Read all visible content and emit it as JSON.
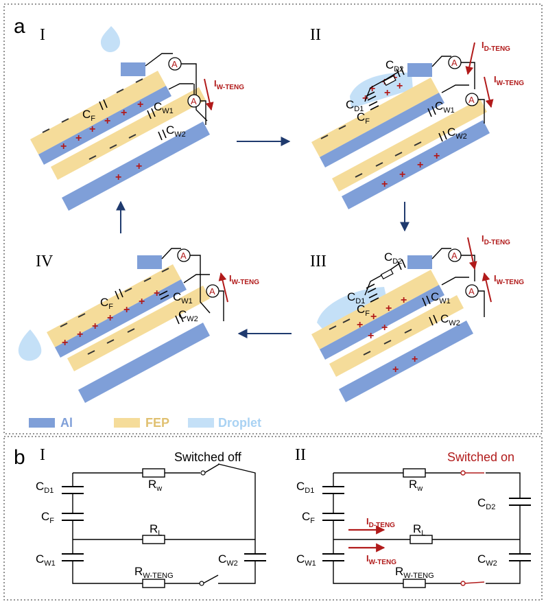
{
  "panel_a": {
    "label": "a",
    "stages": [
      "I",
      "II",
      "III",
      "IV"
    ],
    "current_labels": {
      "w_teng_main": "I",
      "w_teng_sub": "W-TENG",
      "d_teng_main": "I",
      "d_teng_sub": "D-TENG"
    },
    "capacitors": {
      "cf": "C",
      "cf_sub": "F",
      "cw1": "C",
      "cw1_sub": "W1",
      "cw2": "C",
      "cw2_sub": "W2",
      "cd1": "C",
      "cd1_sub": "D1",
      "cd2": "C",
      "cd2_sub": "D2"
    },
    "ammeter": "A",
    "legend": [
      {
        "label": "Al",
        "color": "#7f9fd8"
      },
      {
        "label": "FEP",
        "color": "#f5dc9a"
      },
      {
        "label": "Droplet",
        "color": "#c4e0f7"
      }
    ]
  },
  "panel_b": {
    "label": "b",
    "stages": [
      "I",
      "II"
    ],
    "switch_off": "Switched off",
    "switch_on": "Switched on",
    "resistors": {
      "rw": "R",
      "rw_sub": "w",
      "rl": "R",
      "rl_sub": "L",
      "rwt": "R",
      "rwt_sub": "W-TENG"
    },
    "currents": {
      "d_main": "I",
      "d_sub": "D-TENG",
      "w_main": "I",
      "w_sub": "W-TENG"
    }
  },
  "colors": {
    "al": "#7f9fd8",
    "fep": "#f5dc9a",
    "droplet": "#c4e0f7",
    "accent_red": "#b11a1a",
    "arrow_navy": "#1f3a6e"
  }
}
